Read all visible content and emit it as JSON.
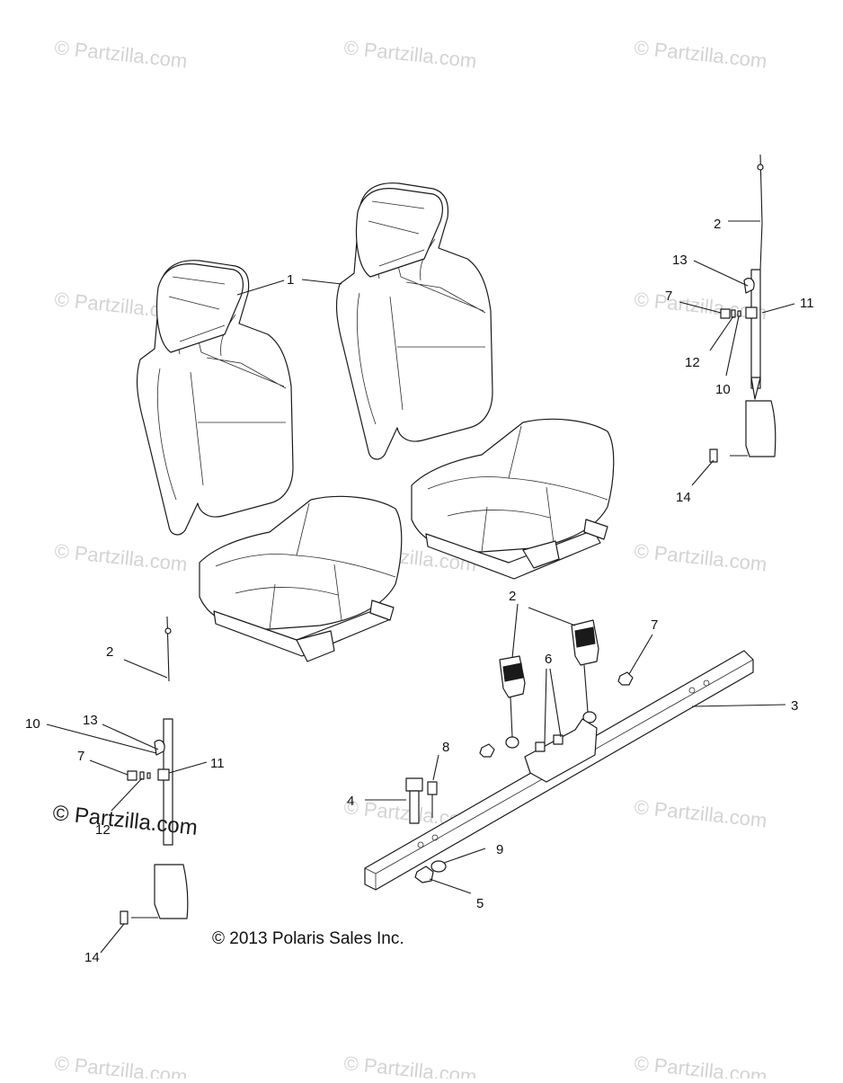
{
  "watermark": {
    "text": "© Partzilla.com",
    "color": "#cfcfcf"
  },
  "corner_watermark": {
    "text": "© Partzilla.com"
  },
  "copyright": "© 2013 Polaris Sales Inc.",
  "callouts": {
    "seat_left": "1",
    "belt_top_right": "2",
    "bolt_top_right": "7",
    "washer_top_right": "13",
    "spacer_top_right": "12",
    "bushing_top_right": "10",
    "nut_top_right": "11",
    "screw_top_right": "14",
    "buckles": "2",
    "nut_mid": "7",
    "bolts_bracket": "6",
    "crossbar": "3",
    "stud": "8",
    "bolt_long": "4",
    "washer_low": "9",
    "nut_low": "5",
    "belt_left": "2",
    "bushing_left": "10",
    "washer_left": "13",
    "bolt_left": "7",
    "nut_left": "11",
    "spacer_left": "12",
    "screw_left": "14"
  }
}
